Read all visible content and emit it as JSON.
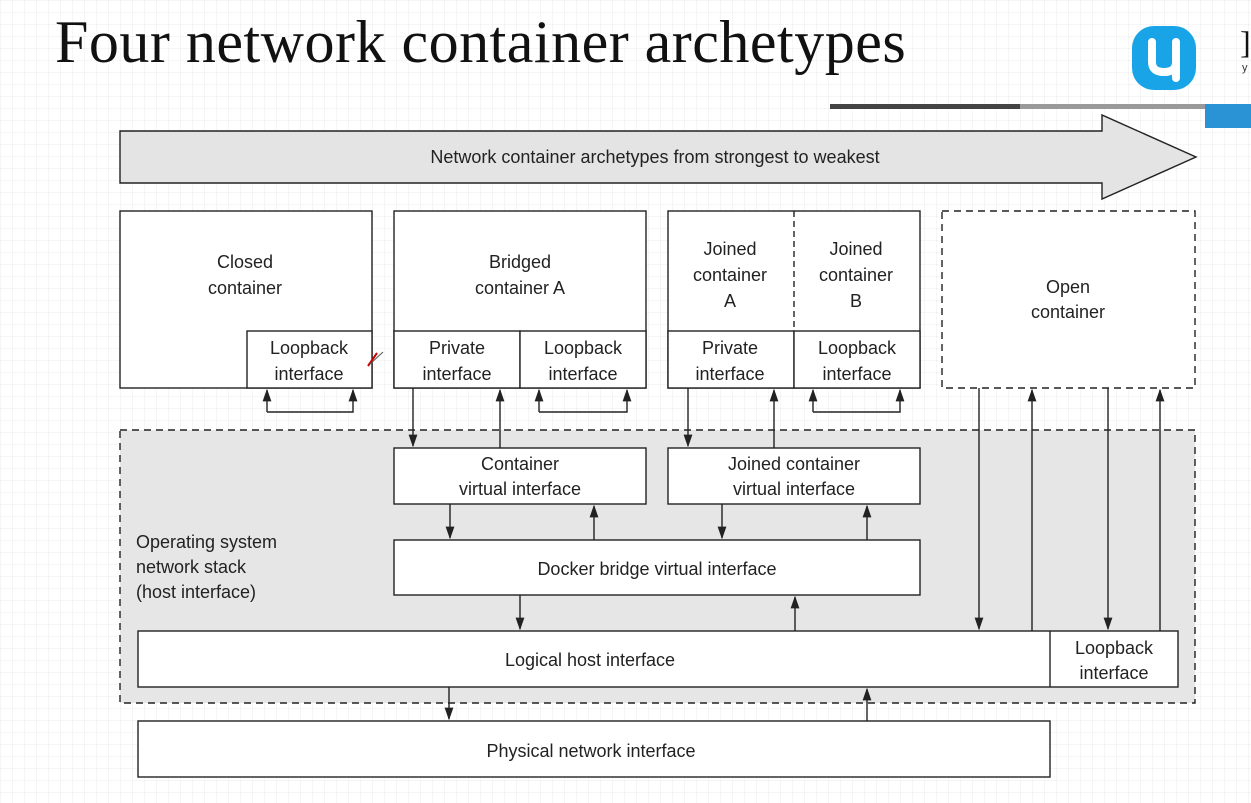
{
  "slide": {
    "title": "Four network container archetypes"
  },
  "brand": {
    "logo_icon": "teal-rounded-square-logo-icon",
    "logo_color": "#1aa4e8",
    "accent_blue": "#2a93d5"
  },
  "diagram": {
    "banner": "Network container archetypes from strongest to weakest",
    "closed": {
      "l1": "Closed",
      "l2": "container",
      "lb1": "Loopback",
      "lb2": "interface"
    },
    "bridged": {
      "l1": "Bridged",
      "l2": "container A",
      "p1": "Private",
      "p2": "interface",
      "lb1": "Loopback",
      "lb2": "interface"
    },
    "joined": {
      "a1": "Joined",
      "a2": "container",
      "a3": "A",
      "b1": "Joined",
      "b2": "container",
      "b3": "B",
      "p1": "Private",
      "p2": "interface",
      "lb1": "Loopback",
      "lb2": "interface"
    },
    "open": {
      "l1": "Open",
      "l2": "container"
    },
    "os": {
      "l1": "Operating system",
      "l2": "network stack",
      "l3": "(host interface)"
    },
    "cvi": {
      "l1": "Container",
      "l2": "virtual interface"
    },
    "jcvi": {
      "l1": "Joined container",
      "l2": "virtual interface"
    },
    "docker": "Docker bridge virtual interface",
    "logical": "Logical host interface",
    "host_loop": {
      "l1": "Loopback",
      "l2": "interface"
    },
    "physical": "Physical network interface"
  }
}
